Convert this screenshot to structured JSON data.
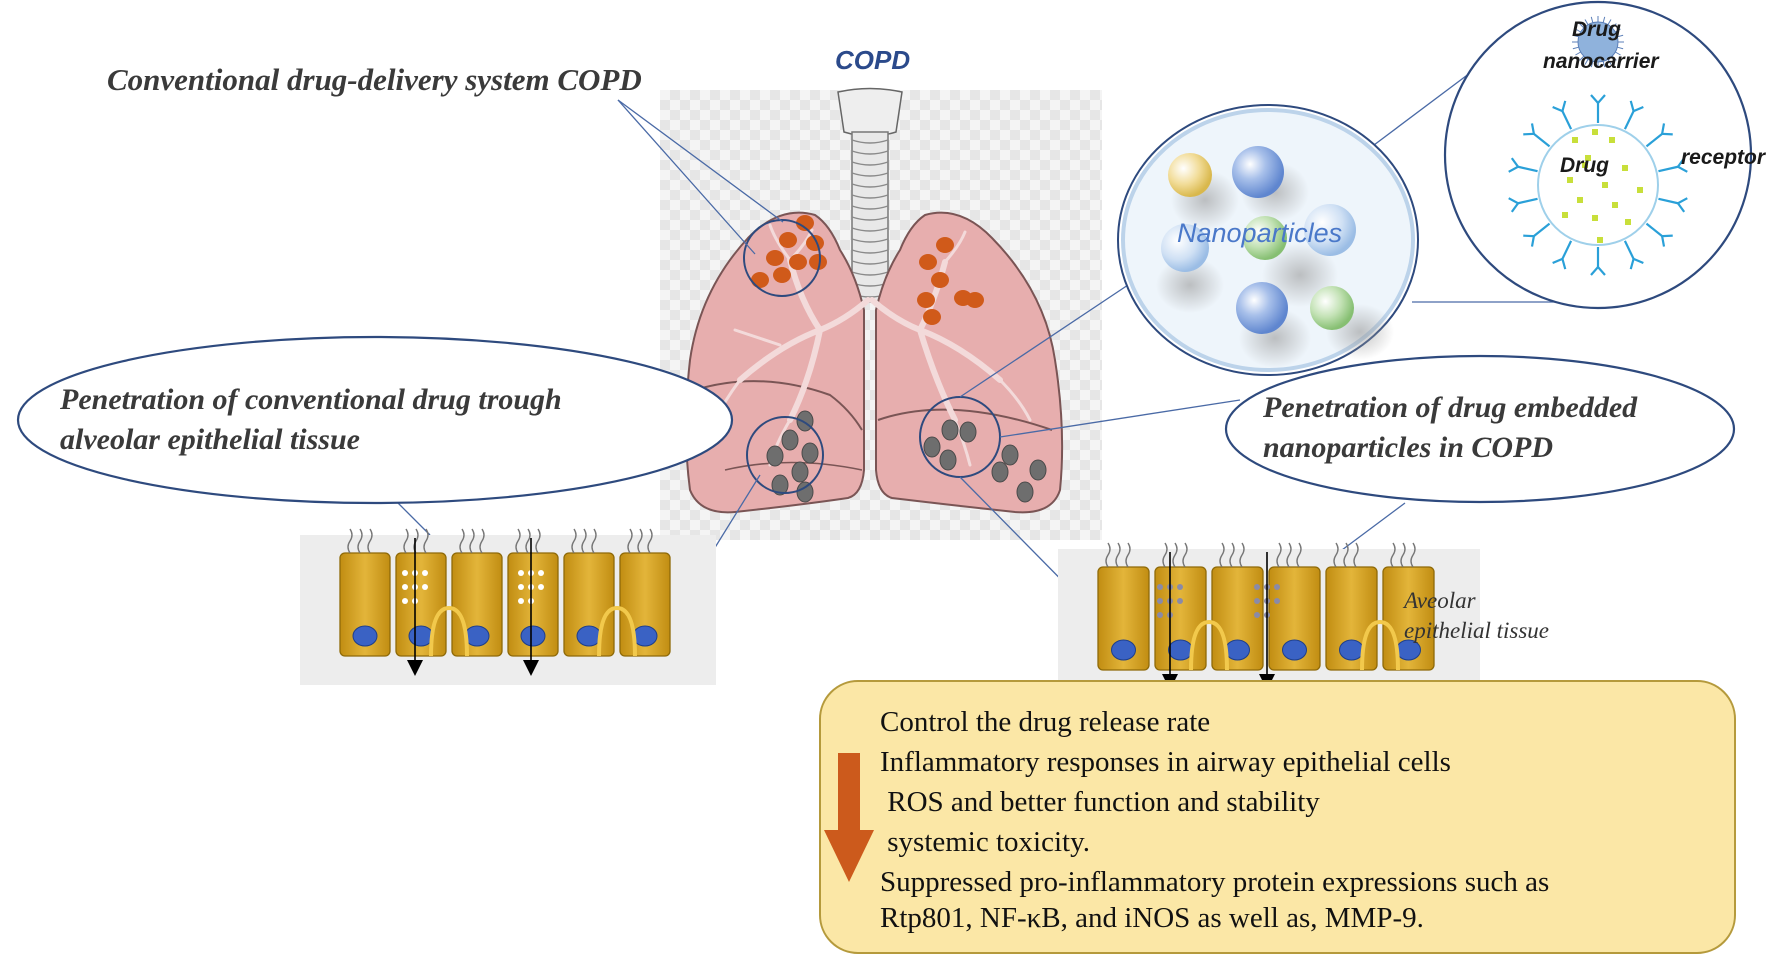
{
  "labels": {
    "copd_title": "COPD",
    "conventional_title": "Conventional drug-delivery system COPD",
    "conventional_penetration_line1": "Penetration of conventional drug trough",
    "conventional_penetration_line2": "alveolar epithelial tissue",
    "nano_penetration_line1": "Penetration of drug embedded",
    "nano_penetration_line2": "nanoparticles in COPD",
    "nanoparticles": "Nanoparticles",
    "drug_nanocarrier_line1": "Drug",
    "drug_nanocarrier_line2": "nanocarrier",
    "drug": "Drug",
    "receptor": "receptor",
    "aveolar_line1": "Aveolar",
    "aveolar_line2": "epithelial tissue"
  },
  "benefits": [
    "Control the drug release rate",
    "Inflammatory responses in airway epithelial cells",
    " ROS and better function and stability",
    " systemic toxicity.",
    "Suppressed pro-inflammatory protein expressions such as",
    "Rtp801, NF-κB, and iNOS as well as, MMP-9."
  ],
  "colors": {
    "lung_fill": "#e7aeae",
    "lung_stroke": "#7a5555",
    "cell_fill": "#d6a21c",
    "nucleus": "#3a62c4",
    "orange_particle": "#d05a1a",
    "gray_particle": "#707070",
    "callout_stroke": "#2e4a7e",
    "box_fill": "#fbe7a6",
    "box_stroke": "#b59a3c",
    "arrow_down": "#cc5a1c",
    "copd_blue": "#2b4a8b",
    "nano_label": "#4a78c9"
  }
}
